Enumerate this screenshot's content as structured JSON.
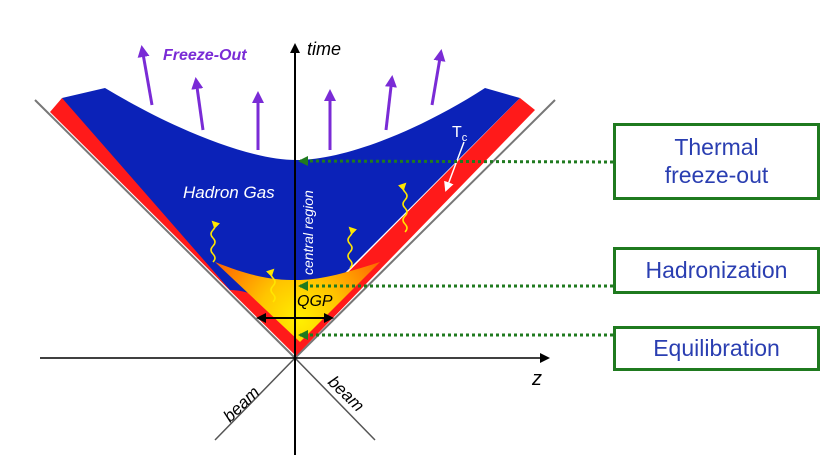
{
  "axes": {
    "time": "time",
    "z": "z",
    "beam_left": "beam",
    "beam_right": "beam"
  },
  "regions": {
    "freeze_out": "Freeze-Out",
    "hadron_gas": "Hadron Gas",
    "central_region": "central region",
    "qgp": "QGP",
    "tc_main": "T",
    "tc_sub": "c"
  },
  "boxes": {
    "thermal_line1": "Thermal",
    "thermal_line2": "freeze-out",
    "hadronization": "Hadronization",
    "equilibration": "Equilibration"
  },
  "colors": {
    "hadron_gas": "#0b22b8",
    "mixed_phase": "#ff1a1a",
    "qgp_hot": "#ffe600",
    "qgp_edge": "#ff7a00",
    "freeze_arrows": "#7a2bd6",
    "box_border": "#1f7a1f",
    "box_text": "#2a3eb1",
    "dotted_arrow": "#1f7a1f"
  }
}
